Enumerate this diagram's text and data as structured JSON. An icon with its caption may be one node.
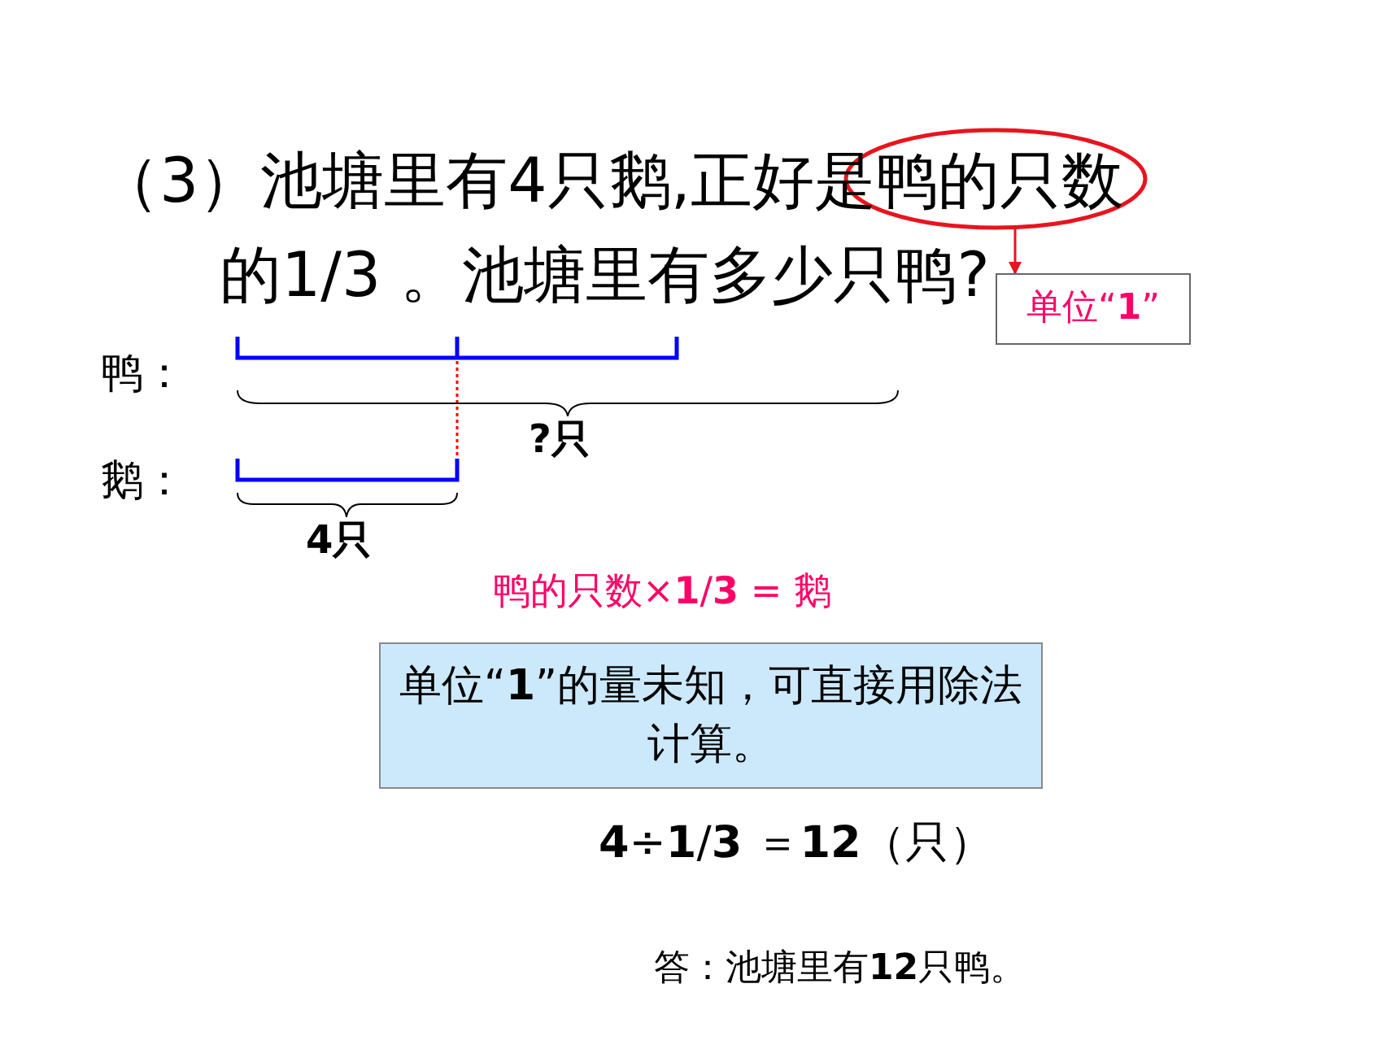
{
  "diagram": {
    "title": "（3）池塘里有4只鹅,正好是鸭的只数的1/3 。池塘里有多少只鸭?",
    "nodes": [
      {
        "text": [],
        "shape": "ellipse"
      },
      {
        "text": [
          "单位“1”"
        ]
      },
      {
        "text": [
          "单位“1”的量未知，可直接用除法计算。"
        ]
      }
    ],
    "edges": [
      {
        "from": 0,
        "to": 1,
        "arrow": "to"
      }
    ],
    "labels": [
      "鸭：",
      "?只",
      "鹅：",
      "4只",
      "鸭的只数×1/3 = 鹅",
      "4÷1/3 ＝12（只）",
      "答：池塘里有12只鸭。"
    ]
  }
}
